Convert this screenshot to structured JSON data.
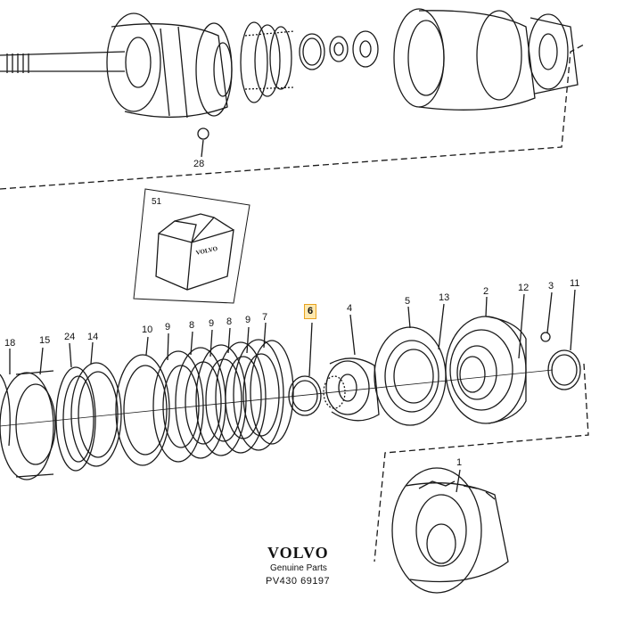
{
  "brand": {
    "name": "VOLVO",
    "subtitle": "Genuine Parts",
    "part_number": "PV430 69197"
  },
  "box": {
    "label": "51",
    "box_text": "VOLVO"
  },
  "callouts": [
    {
      "id": "28",
      "text": "28"
    },
    {
      "id": "18",
      "text": "18"
    },
    {
      "id": "15",
      "text": "15"
    },
    {
      "id": "24",
      "text": "24"
    },
    {
      "id": "14",
      "text": "14"
    },
    {
      "id": "10",
      "text": "10"
    },
    {
      "id": "9a",
      "text": "9"
    },
    {
      "id": "8a",
      "text": "8"
    },
    {
      "id": "9b",
      "text": "9"
    },
    {
      "id": "8b",
      "text": "8"
    },
    {
      "id": "9c",
      "text": "9"
    },
    {
      "id": "7",
      "text": "7"
    },
    {
      "id": "6",
      "text": "6"
    },
    {
      "id": "4",
      "text": "4"
    },
    {
      "id": "5",
      "text": "5"
    },
    {
      "id": "13",
      "text": "13"
    },
    {
      "id": "2",
      "text": "2"
    },
    {
      "id": "12",
      "text": "12"
    },
    {
      "id": "3",
      "text": "3"
    },
    {
      "id": "11",
      "text": "11"
    },
    {
      "id": "1",
      "text": "1"
    }
  ],
  "highlighted_callout": "6",
  "colors": {
    "line": "#1a1a1a",
    "highlight_fill": "#fde9b0",
    "highlight_border": "#e8a21e"
  }
}
